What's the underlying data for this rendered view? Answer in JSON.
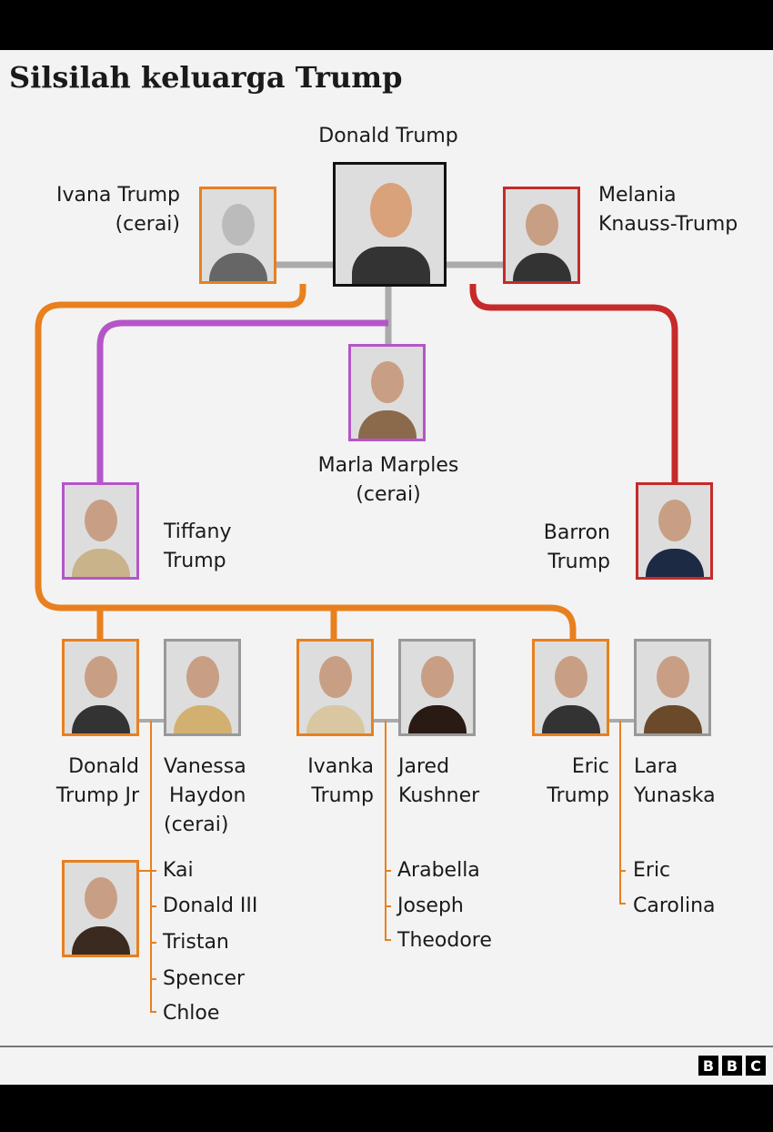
{
  "title": "Silsilah keluarga Trump",
  "colors": {
    "orange": "#e8801f",
    "purple": "#b456c8",
    "red": "#c62a2a",
    "grey": "#aaaaaa"
  },
  "people": {
    "donald": "Donald Trump",
    "ivana": [
      "Ivana Trump",
      "(cerai)"
    ],
    "melania": [
      "Melania",
      "Knauss-Trump"
    ],
    "marla": [
      "Marla Marples",
      "(cerai)"
    ],
    "tiffany": [
      "Tiffany",
      "Trump"
    ],
    "barron": [
      "Barron",
      "Trump"
    ],
    "djr": [
      "Donald",
      "Trump Jr"
    ],
    "vanessa": [
      "Vanessa",
      "Haydon",
      "(cerai)"
    ],
    "ivanka": [
      "Ivanka",
      "Trump"
    ],
    "jared": [
      "Jared",
      "Kushner"
    ],
    "eric": [
      "Eric",
      "Trump"
    ],
    "lara": [
      "Lara",
      "Yunaska"
    ]
  },
  "grandchildren": {
    "djr": [
      "Kai",
      "Donald III",
      "Tristan",
      "Spencer",
      "Chloe"
    ],
    "ivanka": [
      "Arabella",
      "Joseph",
      "Theodore"
    ],
    "eric": [
      "Eric",
      "Carolina"
    ]
  },
  "logo": [
    "B",
    "B",
    "C"
  ]
}
